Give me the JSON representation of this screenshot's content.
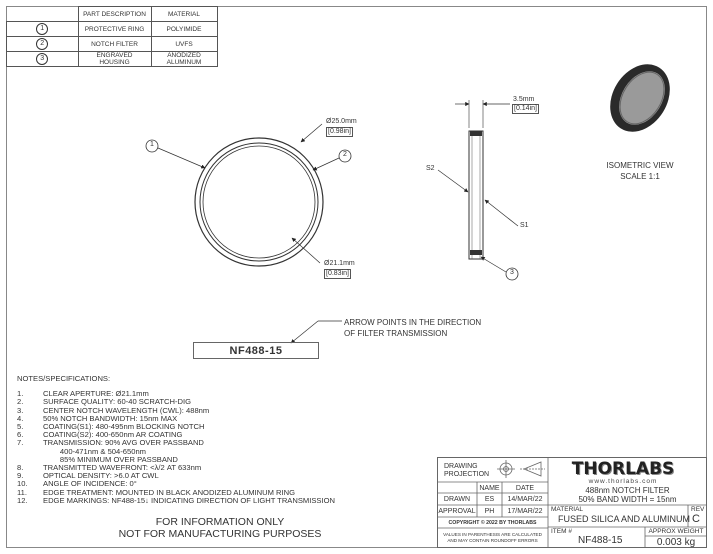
{
  "parts_table": {
    "headers": [
      "",
      "PART DESCRIPTION",
      "MATERIAL"
    ],
    "rows": [
      {
        "item": "1",
        "description": "PROTECTIVE RING",
        "material": "POLYIMIDE"
      },
      {
        "item": "2",
        "description": "NOTCH FILTER",
        "material": "UVFS"
      },
      {
        "item": "3",
        "description": "ENGRAVED HOUSING",
        "material": "ANODIZED ALUMINUM"
      }
    ]
  },
  "front_view": {
    "dim_outer": "Ø25.0mm",
    "dim_outer_in": "[0.98in]",
    "dim_inner": "Ø21.1mm",
    "dim_inner_in": "[0.83in]",
    "balloon_1": "1",
    "balloon_2": "2"
  },
  "side_view": {
    "dim_thickness": "3.5mm",
    "dim_thickness_in": "[0.14in]",
    "label_s2": "S2",
    "label_s1": "S1",
    "balloon_3": "3"
  },
  "isometric": {
    "line1": "ISOMETRIC VIEW",
    "line2": "SCALE 1:1"
  },
  "engraving": {
    "arrow_note_line1": "ARROW POINTS IN THE DIRECTION",
    "arrow_note_line2": "OF FILTER TRANSMISSION",
    "marking": "NF488-15"
  },
  "notes": {
    "title": "NOTES/SPECIFICATIONS:",
    "items": [
      {
        "num": "1.",
        "text": "CLEAR APERTURE: Ø21.1mm"
      },
      {
        "num": "2.",
        "text": "SURFACE QUALITY: 60-40 SCRATCH-DIG"
      },
      {
        "num": "3.",
        "text": "CENTER NOTCH WAVELENGTH (CWL): 488nm"
      },
      {
        "num": "4.",
        "text": "50% NOTCH BANDWIDTH: 15nm MAX"
      },
      {
        "num": "5.",
        "text": "COATING(S1): 480-495nm BLOCKING NOTCH"
      },
      {
        "num": "6.",
        "text": "COATING(S2): 400-650nm AR COATING"
      },
      {
        "num": "7.",
        "text": "TRANSMISSION: 90% AVG OVER PASSBAND"
      },
      {
        "num": "",
        "text": "        400-471nm & 504-650nm"
      },
      {
        "num": "",
        "text": "        85% MINIMUM OVER PASSBAND"
      },
      {
        "num": "8.",
        "text": "TRANSMITTED WAVEFRONT: <λ/2 AT 633nm"
      },
      {
        "num": "9.",
        "text": "OPTICAL DENSITY: >6.0 AT CWL"
      },
      {
        "num": "10.",
        "text": "ANGLE OF INCIDENCE: 0°"
      },
      {
        "num": "11.",
        "text": "EDGE TREATMENT: MOUNTED IN BLACK ANODIZED ALUMINUM RING"
      },
      {
        "num": "12.",
        "text": "EDGE MARKINGS: NF488-15↓ INDICATING DIRECTION OF LIGHT TRANSMISSION"
      }
    ]
  },
  "info_notice": {
    "line1": "FOR INFORMATION ONLY",
    "line2": "NOT FOR MANUFACTURING PURPOSES"
  },
  "title_block": {
    "projection_label_1": "DRAWING",
    "projection_label_2": "PROJECTION",
    "col_name": "NAME",
    "col_date": "DATE",
    "drawn_label": "DRAWN",
    "drawn_name": "ES",
    "drawn_date": "14/MAR/22",
    "approval_label": "APPROVAL",
    "approval_name": "PH",
    "approval_date": "17/MAR/22",
    "copyright": "COPYRIGHT © 2022 BY THORLABS",
    "disclaimer_1": "VALUES IN PARENTHESIS ARE CALCULATED",
    "disclaimer_2": "AND MAY CONTAIN ROUNDOFF ERRORS",
    "logo": "THORLABS",
    "logo_url": "www.thorlabs.com",
    "title_line1": "488nm NOTCH FILTER",
    "title_line2": "50% BAND WIDTH = 15nm",
    "material_label": "MATERIAL",
    "material_value": "FUSED SILICA AND ALUMINUM",
    "rev_label": "REV",
    "rev_value": "C",
    "item_label": "ITEM #",
    "item_value": "NF488-15",
    "weight_label": "APPROX WEIGHT",
    "weight_value": "0.003 kg"
  }
}
